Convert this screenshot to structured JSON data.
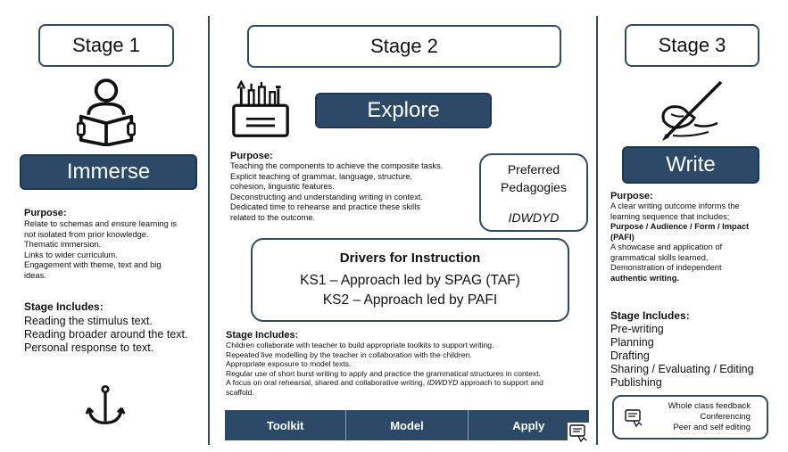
{
  "stage1": {
    "title": "Stage 1",
    "label": "Immerse",
    "purpose_heading": "Purpose:",
    "purpose_lines": [
      "Relate to schemas and ensure learning is",
      "not isolated from prior knowledge.",
      "Thematic immersion.",
      "Links to wider curriculum.",
      "Engagement with theme, text and big",
      "ideas."
    ],
    "includes_heading": "Stage Includes:",
    "includes_items": [
      "Reading the stimulus text.",
      "Reading broader around the text.",
      "Personal response to text."
    ],
    "icons": [
      "reader-icon",
      "anchor-hook-icon"
    ]
  },
  "stage2": {
    "title": "Stage 2",
    "label": "Explore",
    "purpose_heading": "Purpose:",
    "purpose_lines": [
      "Teaching the components to achieve the composite tasks.",
      "Explicit teaching of grammar, language, structure,",
      "cohesion, linguistic features.",
      "Deconstructing and understanding writing in context.",
      "Dedicated time to rehearse and practice these skills",
      "related to the outcome."
    ],
    "pedagogies": {
      "title_line1": "Preferred",
      "title_line2": "Pedagogies",
      "acronym": "IDWDYD"
    },
    "drivers": {
      "title": "Drivers for Instruction",
      "ks1": "KS1 – Approach led by SPAG (TAF)",
      "ks2": "KS2 – Approach led by PAFI"
    },
    "includes_heading": "Stage Includes:",
    "includes_items": [
      "Children collaborate with teacher to build appropriate toolkits to support writing.",
      "Repeated live modelling by the teacher in collaboration with the children.",
      "Appropriate exposure to model texts.",
      "Regular use of short burst writing to apply and practice the grammatical structures in context.",
      "A focus on oral rehearsal, shared and collaborative writing,"
    ],
    "includes_last_italic": "IDWDYD",
    "includes_last_tail": " approach to support and",
    "includes_last_wrap": "scaffold.",
    "toolbar": [
      "Toolkit",
      "Model",
      "Apply"
    ],
    "icons": [
      "toolkit-icon",
      "feedback-icon"
    ]
  },
  "stage3": {
    "title": "Stage 3",
    "label": "Write",
    "purpose_heading": "Purpose:",
    "purpose_lines": [
      "A clear writing outcome informs the",
      "learning sequence that includes;"
    ],
    "pafi_line1": "Purpose / Audience / Form / Impact",
    "pafi_line2": "(PAFI)",
    "purpose_lines2": [
      "A showcase and application of",
      "grammatical skills learned.",
      "Demonstration of independent"
    ],
    "authentic": "authentic writing.",
    "includes_heading": "Stage Includes:",
    "includes_items": [
      "Pre-writing",
      "Planning",
      "Drafting",
      "Sharing / Evaluating / Editing",
      "Publishing"
    ],
    "feedback": [
      "Whole class feedback",
      "Conferencing",
      "Peer and self editing"
    ],
    "icons": [
      "writing-hand-icon",
      "feedback-icon"
    ]
  },
  "colors": {
    "navy": "#2c4a68",
    "border": "#2e4a66"
  }
}
